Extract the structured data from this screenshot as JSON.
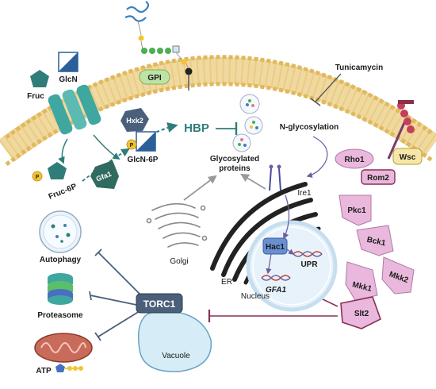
{
  "labels": {
    "fruc": "Fruc",
    "glcn": "GlcN",
    "gpi": "GPI",
    "tunicamycin": "Tunicamycin",
    "hxk2": "Hxk2",
    "hbp": "HBP",
    "glycosylated_line1": "Glycosylated",
    "glycosylated_line2": "proteins",
    "n_glycosylation": "N-glycosylation",
    "glcn6p": "GlcN-6P",
    "fruc6p": "Fruc-6P",
    "gfa1": "Gfa1",
    "rho1": "Rho1",
    "wsc": "Wsc",
    "rom2": "Rom2",
    "ire1": "Ire1",
    "pkc1": "Pkc1",
    "bck1": "Bck1",
    "mkk2": "Mkk2",
    "mkk1": "Mkk1",
    "slt2": "Slt2",
    "hac1": "Hac1",
    "upr": "UPR",
    "gfa1_gene": "GFA1",
    "golgi": "Golgi",
    "er": "ER",
    "nucleus": "Nucleus",
    "autophagy": "Autophagy",
    "proteasome": "Proteasome",
    "torc1": "TORC1",
    "vacuole": "Vacuole",
    "atp": "ATP",
    "p_symbol": "P"
  },
  "colors": {
    "membrane": "#f0d9a0",
    "membrane_head": "#e9c97a",
    "transporter": "#3fa7a0",
    "teal_text": "#2f7d78",
    "kinase_pink": "#e9b8dc",
    "kinase_border": "#b07aa6",
    "torc1": "#4a5f7a",
    "slt2_arrow": "#8a2f55",
    "nucleus": "#c6dff0",
    "er": "#222222",
    "golgi": "#888888",
    "mito": "#c86b5a",
    "vacuole": "#d6ecf7",
    "p_yellow": "#f4c430",
    "navy": "#2a3f6a"
  }
}
